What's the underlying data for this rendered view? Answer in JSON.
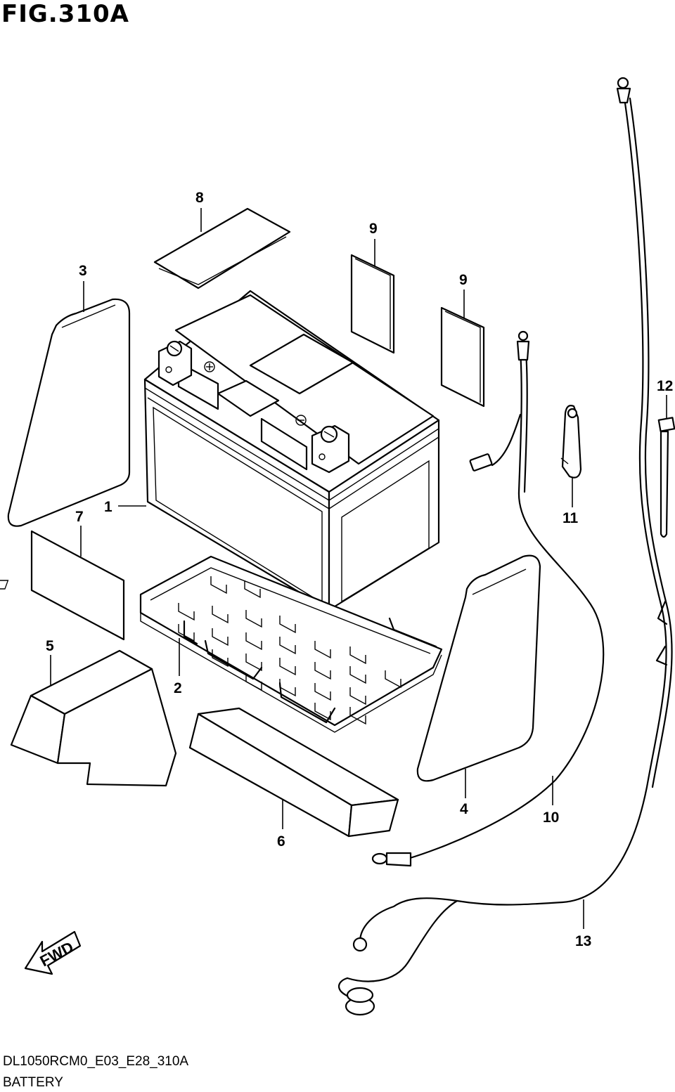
{
  "figure": {
    "title": "FIG.310A",
    "model_code": "DL1050RCM0_E03_E28_310A",
    "section_name": "BATTERY"
  },
  "callouts": [
    {
      "id": "1",
      "label": "1"
    },
    {
      "id": "2",
      "label": "2"
    },
    {
      "id": "3",
      "label": "3"
    },
    {
      "id": "4",
      "label": "4"
    },
    {
      "id": "5",
      "label": "5"
    },
    {
      "id": "6",
      "label": "6"
    },
    {
      "id": "7",
      "label": "7"
    },
    {
      "id": "8",
      "label": "8"
    },
    {
      "id": "9a",
      "label": "9"
    },
    {
      "id": "9b",
      "label": "9"
    },
    {
      "id": "10",
      "label": "10"
    },
    {
      "id": "11",
      "label": "11"
    },
    {
      "id": "12",
      "label": "12"
    },
    {
      "id": "13",
      "label": "13"
    }
  ],
  "direction_marker": {
    "label": "FWD"
  }
}
